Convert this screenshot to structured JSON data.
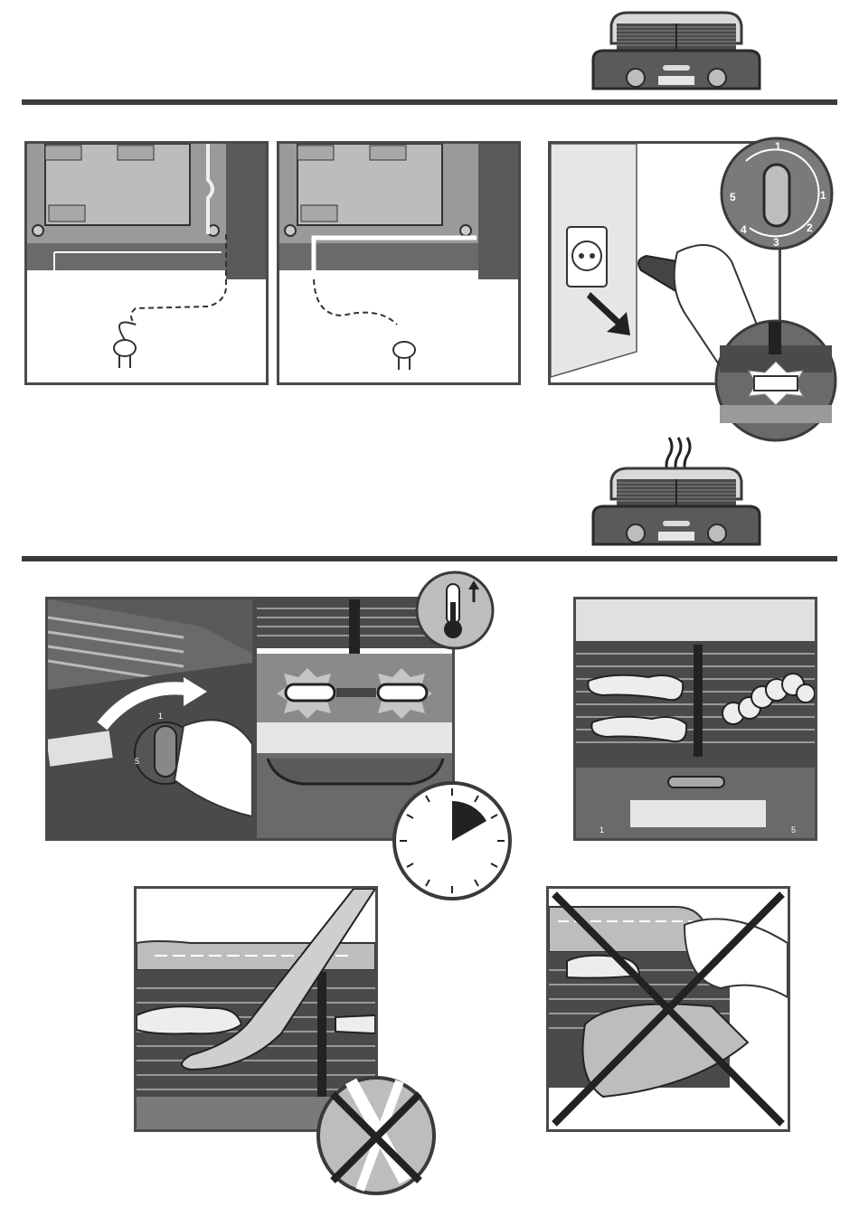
{
  "dial": {
    "labels": [
      "1",
      "1",
      "2",
      "3",
      "4",
      "5"
    ]
  },
  "dial_small": {
    "labels": [
      "1",
      "5"
    ]
  },
  "grill_panel": {
    "labels": [
      "1",
      "5"
    ]
  },
  "colors": {
    "dark": "#3a3a3a",
    "mid": "#7a7a7a",
    "light": "#bdbdbd",
    "grill": "#555555"
  },
  "icons": [
    "grill-appliance-icon",
    "thermometer-icon",
    "timer-icon",
    "power-plug-icon",
    "wall-socket-icon",
    "steam-icon",
    "cross-mark-icon"
  ]
}
